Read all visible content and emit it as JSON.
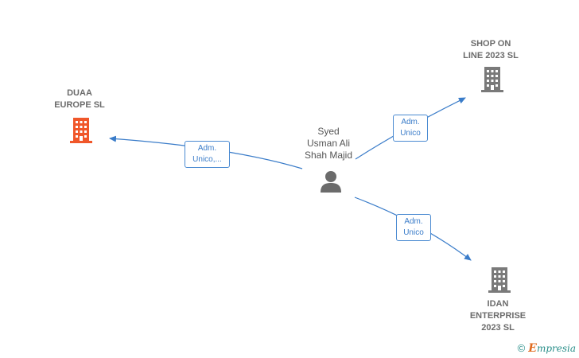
{
  "nodes": {
    "person": {
      "label": "Syed\nUsman Ali\nShah Majid"
    },
    "duaa": {
      "label": "DUAA\nEUROPE  SL",
      "color": "#f0572a"
    },
    "shop": {
      "label": "SHOP ON\nLINE 2023  SL",
      "color": "#7a7a7a"
    },
    "idan": {
      "label": "IDAN\nENTERPRISE\n2023  SL",
      "color": "#7a7a7a"
    }
  },
  "edges": {
    "to_duaa": {
      "label": "Adm.\nUnico,..."
    },
    "to_shop": {
      "label": "Adm.\nUnico"
    },
    "to_idan": {
      "label": "Adm.\nUnico"
    }
  },
  "colors": {
    "edge": "#3a7cc9",
    "person": "#6b6b6b"
  },
  "watermark": {
    "copyright": "©",
    "brand_first": "E",
    "brand_rest": "mpresia"
  }
}
